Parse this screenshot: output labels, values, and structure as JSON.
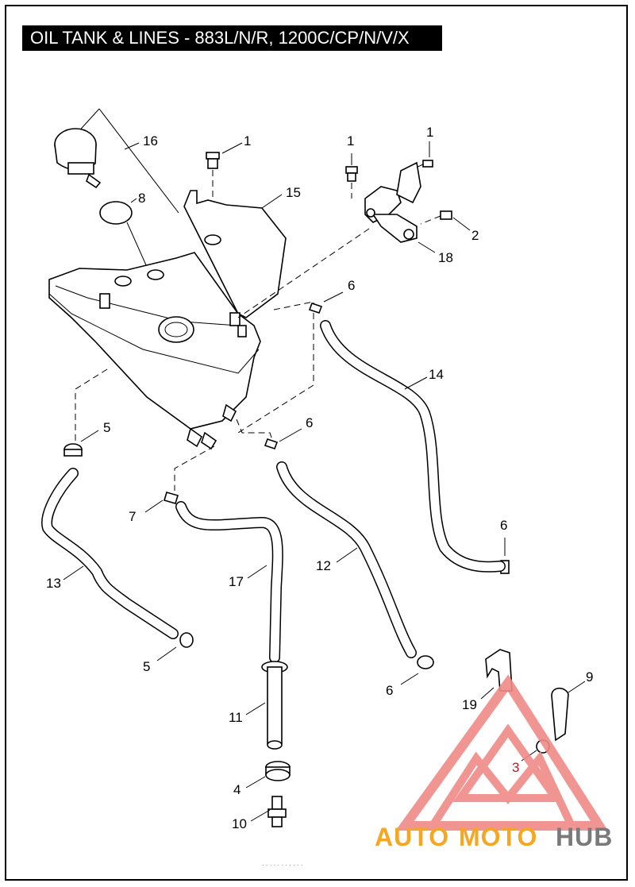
{
  "title": "OIL TANK & LINES - 883L/N/R, 1200C/CP/N/V/X",
  "callouts": {
    "c16": "16",
    "c1a": "1",
    "c1b": "1",
    "c1c": "1",
    "c15": "15",
    "c8": "8",
    "c2": "2",
    "c18": "18",
    "c6a": "6",
    "c14": "14",
    "c5a": "5",
    "c6b": "6",
    "c7": "7",
    "c6c": "6",
    "c13": "13",
    "c17": "17",
    "c12": "12",
    "c5b": "5",
    "c6d": "6",
    "c9": "9",
    "c19": "19",
    "c11": "11",
    "c3": "3",
    "c4": "4",
    "c10": "10"
  },
  "watermark": {
    "auto": "AUTO",
    "moto": "MOTO",
    "hub": "HUB",
    "color_accent": "#f08a87",
    "color_text_orange": "#f5a623",
    "color_text_grey": "#7a7a7a"
  },
  "footer_note": "· · · · · · · · · · ·"
}
